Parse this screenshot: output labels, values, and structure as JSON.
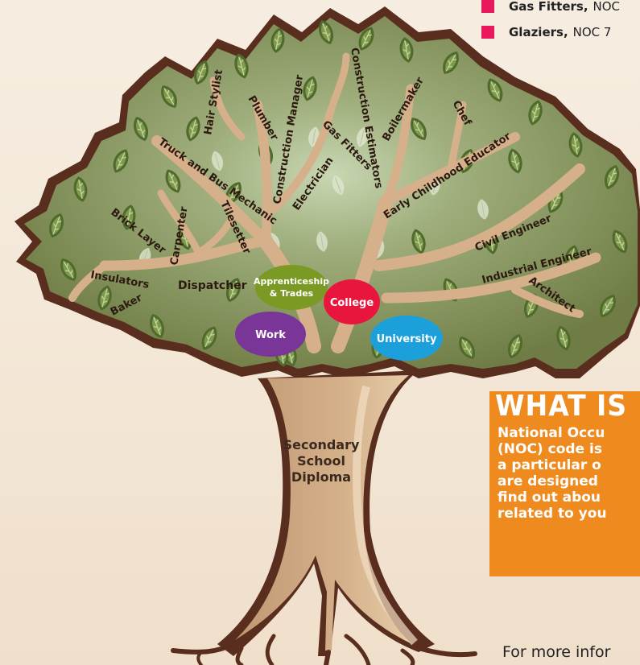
{
  "bullet_list": [
    {
      "title": "Gas Fitters,",
      "code": "NOC"
    },
    {
      "title": "Glaziers,",
      "code": "NOC 7"
    }
  ],
  "tree": {
    "trunk_label": [
      "Secondary",
      "School",
      "Diploma"
    ],
    "pathways": {
      "apprenticeship": [
        "Apprenticeship",
        "& Trades"
      ],
      "college": "College",
      "work": "Work",
      "university": "University"
    },
    "occupations": {
      "hair_stylist": "Hair Stylist",
      "plumber": "Plumber",
      "construction_manager": "Construction Manager",
      "construction_estimators": "Construction Estimators",
      "boilermaker": "Boilermaker",
      "chef": "Chef",
      "gas_fitters": "Gas Fitters",
      "electrician": "Electrician",
      "truck_bus_mechanic": "Truck and Bus Mechanic",
      "early_childhood_educator": "Early Childhood Educator",
      "brick_layer": "Brick Layer",
      "carpenter": "Carpenter",
      "tilesetter": "Tilesetter",
      "civil_engineer": "Civil Engineer",
      "industrial_engineer": "Industrial Engineer",
      "architect": "Architect",
      "insulators": "Insulators",
      "dispatcher": "Dispatcher",
      "baker": "Baker"
    }
  },
  "info_box": {
    "title": "WHAT IS",
    "lines": [
      "National Occu",
      "(NOC) code is",
      "a particular o",
      "are designed",
      "find out abou",
      "related to you"
    ]
  },
  "footer_text": "For more infor",
  "colors": {
    "bullet": "#e8185a",
    "info_box": "#ef8a1e",
    "apprenticeship": "#7a9a24",
    "college": "#e8163c",
    "work": "#7a3598",
    "university": "#1ba0dc",
    "trunk": "#c8a07a",
    "bark_outline": "#5a2e1e",
    "foliage": "#7f8c55"
  }
}
